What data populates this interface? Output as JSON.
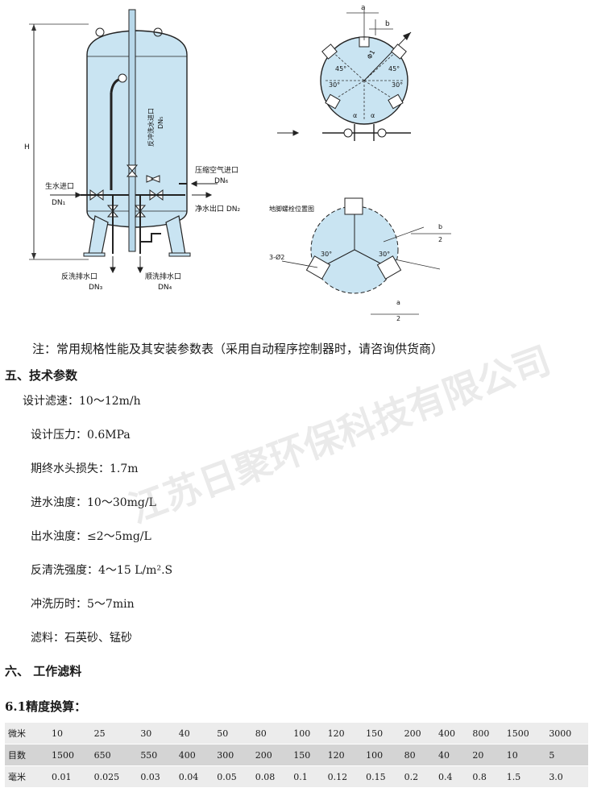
{
  "diagram": {
    "height_label": "H",
    "raw_water_inlet": "生水进口",
    "raw_water_inlet_dn": "DN₁",
    "backwash_inlet": "反冲洗水进口",
    "backwash_inlet_dn": "DN₅",
    "compressed_air_inlet": "压缩空气进口",
    "compressed_air_inlet_dn": "DN₆",
    "clean_water_outlet": "净水出口 DN₂",
    "backwash_drain": "反洗排水口",
    "backwash_drain_dn": "DN₃",
    "forward_drain": "顺洗排水口",
    "forward_drain_dn": "DN₄",
    "dim_a": "a",
    "dim_b": "b",
    "angle_45_left": "45°",
    "angle_45_right": "45°",
    "angle_30_left": "30°",
    "angle_30_right": "30°",
    "alpha_left": "α",
    "alpha_right": "α",
    "phi": "Φ1",
    "anchor_title": "地脚螺栓位置图",
    "hole_label": "3-Ø2",
    "anchor_30_left": "30°",
    "anchor_30_right": "30°",
    "frac_b_num": "b",
    "frac_b_den": "2",
    "frac_a_num": "a",
    "frac_a_den": "2"
  },
  "note": "注：常用规格性能及其安装参数表（采用自动程序控制器时，请咨询供货商）",
  "section5": {
    "title": "五、技术参数",
    "params": [
      "设计滤速：10～12m/h",
      "设计压力：0.6MPa",
      "期终水头损失：1.7m",
      "进水浊度：10～30mg/L",
      "出水浊度：≤2～5mg/L",
      "反清洗强度：4～15 L/m².S",
      "冲洗历时：5～7min",
      "滤料：石英砂、锰砂"
    ]
  },
  "watermark": "江苏日聚环保科技有限公司",
  "section6": {
    "title": "六、 工作滤料",
    "sub_title": "6.1精度换算："
  },
  "conversion_table": {
    "rows": [
      {
        "head": "微米",
        "cells": [
          "10",
          "25",
          "30",
          "40",
          "50",
          "80",
          "100",
          "120",
          "150",
          "200",
          "400",
          "800",
          "1500",
          "3000"
        ]
      },
      {
        "head": "目数",
        "cells": [
          "1500",
          "650",
          "550",
          "400",
          "300",
          "200",
          "150",
          "120",
          "100",
          "80",
          "40",
          "20",
          "10",
          "5"
        ]
      },
      {
        "head": "毫米",
        "cells": [
          "0.01",
          "0.025",
          "0.03",
          "0.04",
          "0.05",
          "0.08",
          "0.1",
          "0.12",
          "0.15",
          "0.2",
          "0.4",
          "0.8",
          "1.5",
          "3.0"
        ]
      }
    ]
  }
}
